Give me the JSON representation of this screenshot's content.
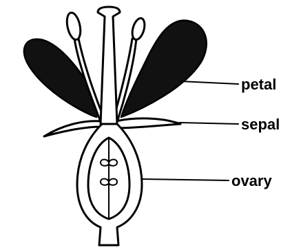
{
  "labels": {
    "petal": "petal",
    "sepal": "sepal",
    "ovary": "ovary"
  },
  "colors": {
    "ink": "#000000",
    "petal_fill": "#111111",
    "background": "#ffffff"
  }
}
